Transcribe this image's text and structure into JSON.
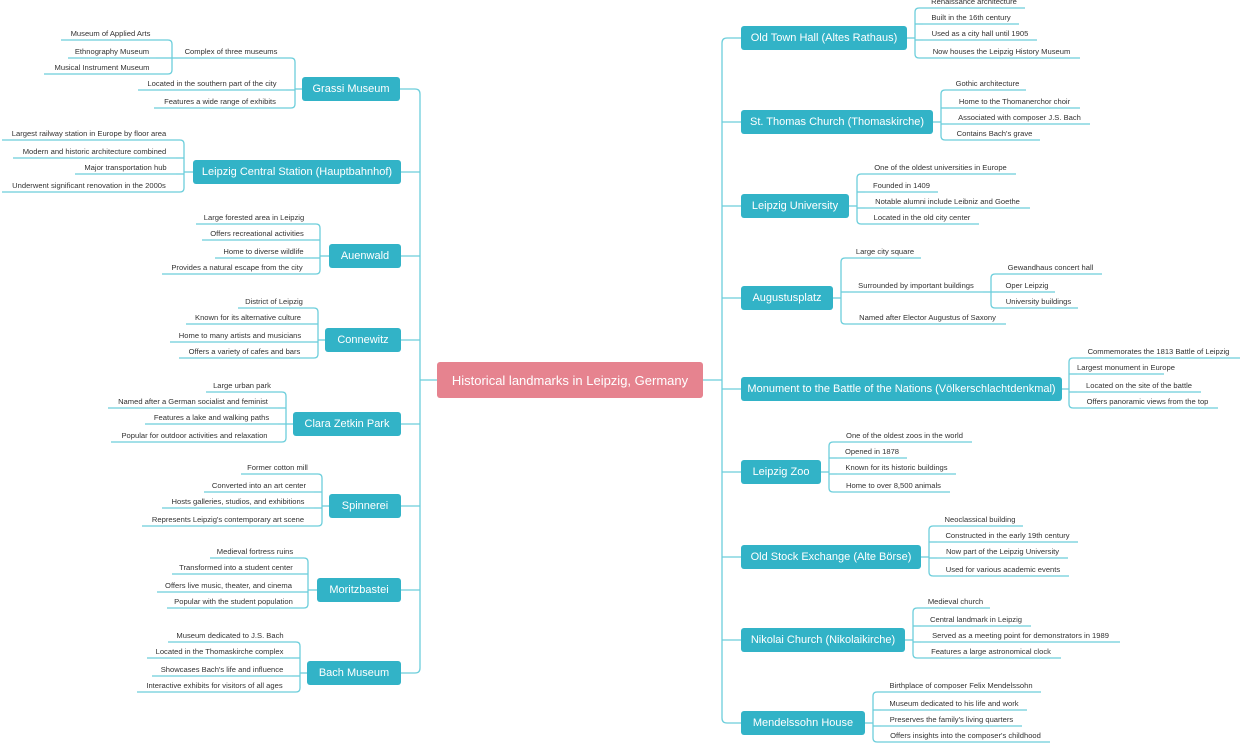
{
  "root": {
    "label": "Historical landmarks in Leipzig, Germany"
  },
  "colors": {
    "root": "#e6838f",
    "branch": "#32b3c7",
    "connector": "#6ccedb",
    "text": "#333333"
  },
  "left_branches": [
    {
      "label": "Grassi Museum",
      "children": [
        {
          "label": "Complex of three museums",
          "children": [
            {
              "label": "Museum of Applied Arts"
            },
            {
              "label": "Ethnography Museum"
            },
            {
              "label": "Musical Instrument Museum"
            }
          ]
        },
        {
          "label": "Located in the southern part of the city"
        },
        {
          "label": "Features a wide range of exhibits"
        }
      ]
    },
    {
      "label": "Leipzig Central Station (Hauptbahnhof)",
      "children": [
        {
          "label": "Largest railway station in Europe by floor area"
        },
        {
          "label": "Modern and historic architecture combined"
        },
        {
          "label": "Major transportation hub"
        },
        {
          "label": "Underwent significant renovation in the 2000s"
        }
      ]
    },
    {
      "label": "Auenwald",
      "children": [
        {
          "label": "Large forested area in Leipzig"
        },
        {
          "label": "Offers recreational activities"
        },
        {
          "label": "Home to diverse wildlife"
        },
        {
          "label": "Provides a natural escape from the city"
        }
      ]
    },
    {
      "label": "Connewitz",
      "children": [
        {
          "label": "District of Leipzig"
        },
        {
          "label": "Known for its alternative culture"
        },
        {
          "label": "Home to many artists and musicians"
        },
        {
          "label": "Offers a variety of cafes and bars"
        }
      ]
    },
    {
      "label": "Clara Zetkin Park",
      "children": [
        {
          "label": "Large urban park"
        },
        {
          "label": "Named after a German socialist and feminist"
        },
        {
          "label": "Features a lake and walking paths"
        },
        {
          "label": "Popular for outdoor activities and relaxation"
        }
      ]
    },
    {
      "label": "Spinnerei",
      "children": [
        {
          "label": "Former cotton mill"
        },
        {
          "label": "Converted into an art center"
        },
        {
          "label": "Hosts galleries, studios, and exhibitions"
        },
        {
          "label": "Represents Leipzig's contemporary art scene"
        }
      ]
    },
    {
      "label": "Moritzbastei",
      "children": [
        {
          "label": "Medieval fortress ruins"
        },
        {
          "label": "Transformed into a student center"
        },
        {
          "label": "Offers live music, theater, and cinema"
        },
        {
          "label": "Popular with the student population"
        }
      ]
    },
    {
      "label": "Bach Museum",
      "children": [
        {
          "label": "Museum dedicated to J.S. Bach"
        },
        {
          "label": "Located in the Thomaskirche complex"
        },
        {
          "label": "Showcases Bach's life and influence"
        },
        {
          "label": "Interactive exhibits for visitors of all ages"
        }
      ]
    }
  ],
  "right_branches": [
    {
      "label": "Old Town Hall (Altes Rathaus)",
      "children": [
        {
          "label": "Renaissance architecture"
        },
        {
          "label": "Built in the 16th century"
        },
        {
          "label": "Used as a city hall until 1905"
        },
        {
          "label": "Now houses the Leipzig History Museum"
        }
      ]
    },
    {
      "label": "St. Thomas Church (Thomaskirche)",
      "children": [
        {
          "label": "Gothic architecture"
        },
        {
          "label": "Home to the Thomanerchor choir"
        },
        {
          "label": "Associated with composer J.S. Bach"
        },
        {
          "label": "Contains Bach's grave"
        }
      ]
    },
    {
      "label": "Leipzig University",
      "children": [
        {
          "label": "One of the oldest universities in Europe"
        },
        {
          "label": "Founded in 1409"
        },
        {
          "label": "Notable alumni include Leibniz and Goethe"
        },
        {
          "label": "Located in the old city center"
        }
      ]
    },
    {
      "label": "Augustusplatz",
      "children": [
        {
          "label": "Large city square"
        },
        {
          "label": "Surrounded by important buildings",
          "children": [
            {
              "label": "Gewandhaus concert hall"
            },
            {
              "label": "Oper Leipzig"
            },
            {
              "label": "University buildings"
            }
          ]
        },
        {
          "label": "Named after Elector Augustus of Saxony"
        }
      ]
    },
    {
      "label": "Monument to the Battle of the Nations (Völkerschlachtdenkmal)",
      "children": [
        {
          "label": "Commemorates the 1813 Battle of Leipzig"
        },
        {
          "label": "Largest monument in Europe"
        },
        {
          "label": "Located on the site of the battle"
        },
        {
          "label": "Offers panoramic views from the top"
        }
      ]
    },
    {
      "label": "Leipzig Zoo",
      "children": [
        {
          "label": "One of the oldest zoos in the world"
        },
        {
          "label": "Opened in 1878"
        },
        {
          "label": "Known for its historic buildings"
        },
        {
          "label": "Home to over 8,500 animals"
        }
      ]
    },
    {
      "label": "Old Stock Exchange (Alte Börse)",
      "children": [
        {
          "label": "Neoclassical building"
        },
        {
          "label": "Constructed in the early 19th century"
        },
        {
          "label": "Now part of the Leipzig University"
        },
        {
          "label": "Used for various academic events"
        }
      ]
    },
    {
      "label": "Nikolai Church (Nikolaikirche)",
      "children": [
        {
          "label": "Medieval church"
        },
        {
          "label": "Central landmark in Leipzig"
        },
        {
          "label": "Served as a meeting point for demonstrators in 1989"
        },
        {
          "label": "Features a large astronomical clock"
        }
      ]
    },
    {
      "label": "Mendelssohn House",
      "children": [
        {
          "label": "Birthplace of composer Felix Mendelssohn"
        },
        {
          "label": "Museum dedicated to his life and work"
        },
        {
          "label": "Preserves the family's living quarters"
        },
        {
          "label": "Offers insights into the composer's childhood"
        }
      ]
    }
  ]
}
